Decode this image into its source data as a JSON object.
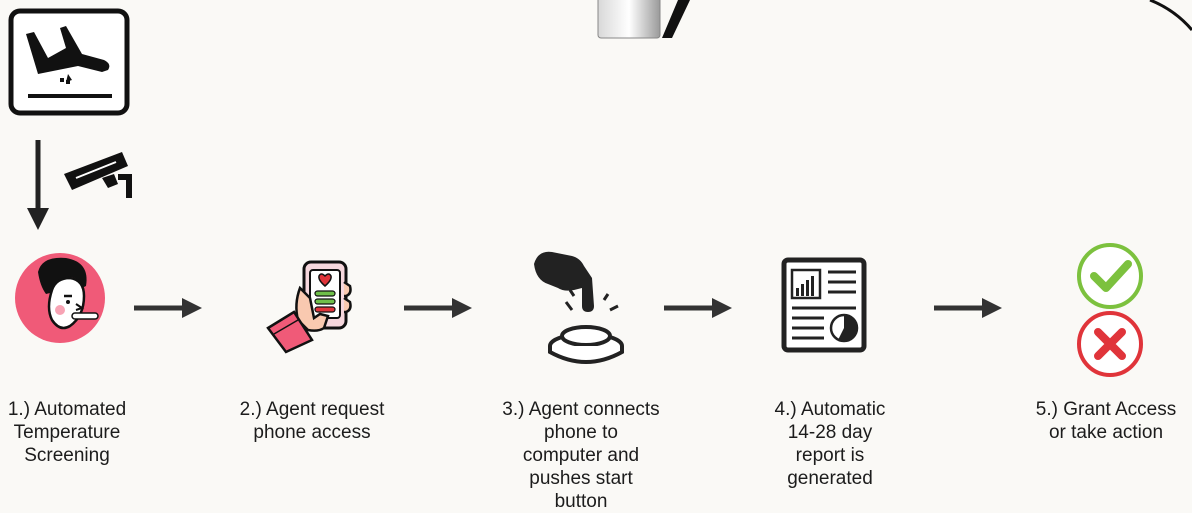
{
  "steps": [
    {
      "number": "1.)",
      "lines": [
        "1.) Automated",
        "Temperature",
        "Screening"
      ],
      "icon": "face-thermometer-icon"
    },
    {
      "number": "2.)",
      "lines": [
        "2.) Agent request",
        "phone access"
      ],
      "icon": "hand-phone-icon"
    },
    {
      "number": "3.)",
      "lines": [
        "3.) Agent connects",
        "phone to",
        "computer and",
        "pushes start",
        "button"
      ],
      "icon": "finger-press-button-icon"
    },
    {
      "number": "4.)",
      "lines": [
        "4.) Automatic",
        "14-28 day",
        "report is",
        "generated"
      ],
      "icon": "report-document-icon"
    },
    {
      "number": "5.)",
      "lines": [
        "5.) Grant Access",
        "or take action"
      ],
      "icon": "check-and-cross-icon"
    }
  ],
  "top_icons": [
    "airplane-arrival-icon",
    "down-arrow-icon",
    "security-camera-icon"
  ],
  "colors": {
    "background": "#faf9f6",
    "dark": "#1a1a1a",
    "pink": "#f05a78",
    "check_green": "#7cc13e",
    "cross_red": "#e0343a"
  }
}
